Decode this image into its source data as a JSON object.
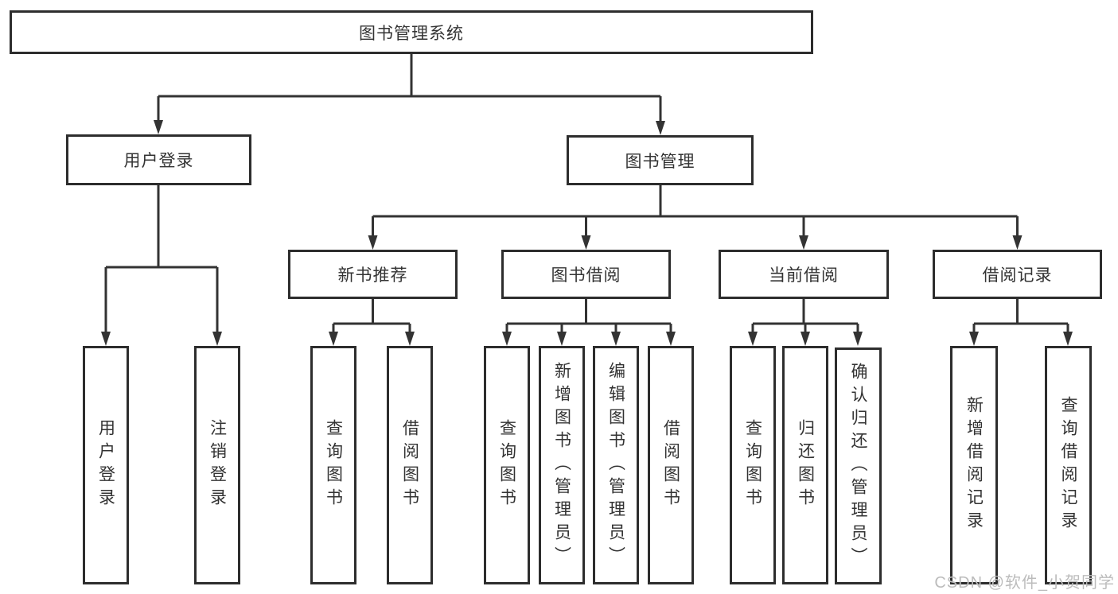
{
  "diagram": {
    "root": {
      "label": "图书管理系统"
    },
    "branches": {
      "user_login": {
        "label": "用户登录"
      },
      "book_mgmt": {
        "label": "图书管理"
      }
    },
    "modules": {
      "new_book_rec": {
        "label": "新书推荐"
      },
      "book_borrow": {
        "label": "图书借阅"
      },
      "current_borrow": {
        "label": "当前借阅"
      },
      "borrow_record": {
        "label": "借阅记录"
      }
    },
    "leaves": [
      {
        "label": "用户登录"
      },
      {
        "label": "注销登录"
      },
      {
        "label": "查询图书"
      },
      {
        "label": "借阅图书"
      },
      {
        "label": "查询图书"
      },
      {
        "label": "新增图书（管理员）"
      },
      {
        "label": "编辑图书（管理员）"
      },
      {
        "label": "借阅图书"
      },
      {
        "label": "查询图书"
      },
      {
        "label": "归还图书"
      },
      {
        "label": "确认归还（管理员）"
      },
      {
        "label": "新增借阅记录"
      },
      {
        "label": "查询借阅记录"
      }
    ]
  },
  "watermark": {
    "text": "CSDN @软件_小贺同学"
  },
  "colors": {
    "line": "#333333",
    "box_border": "#2d2d2d",
    "box_fill": "#ffffff",
    "text": "#333333",
    "watermark": "#bcbcbc"
  }
}
